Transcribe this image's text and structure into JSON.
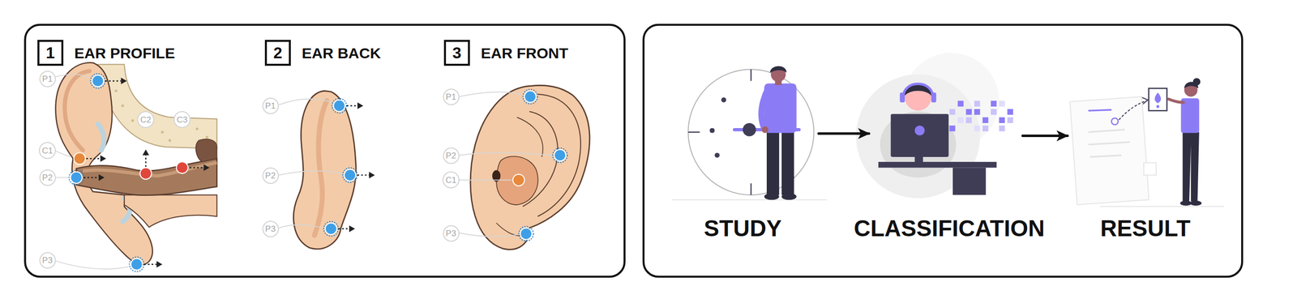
{
  "diagram": {
    "nodes": [
      {
        "text": [
          "1",
          "EAR PROFILE"
        ]
      },
      {
        "text": [
          "2",
          "EAR BACK"
        ]
      },
      {
        "text": [
          "3",
          "EAR FRONT"
        ]
      },
      {
        "text": [
          "STUDY"
        ]
      },
      {
        "text": [
          "CLASSIFICATION"
        ]
      },
      {
        "text": [
          "RESULT"
        ]
      }
    ],
    "edges": [
      {
        "from": 3,
        "to": 4,
        "arrow": "to"
      },
      {
        "from": 4,
        "to": 5,
        "arrow": "to"
      }
    ],
    "labels": [
      "P1",
      "C2",
      "C3",
      "C1",
      "P2",
      "P3",
      "P1",
      "P2",
      "P3",
      "P1",
      "P2",
      "C1",
      "P3"
    ]
  }
}
